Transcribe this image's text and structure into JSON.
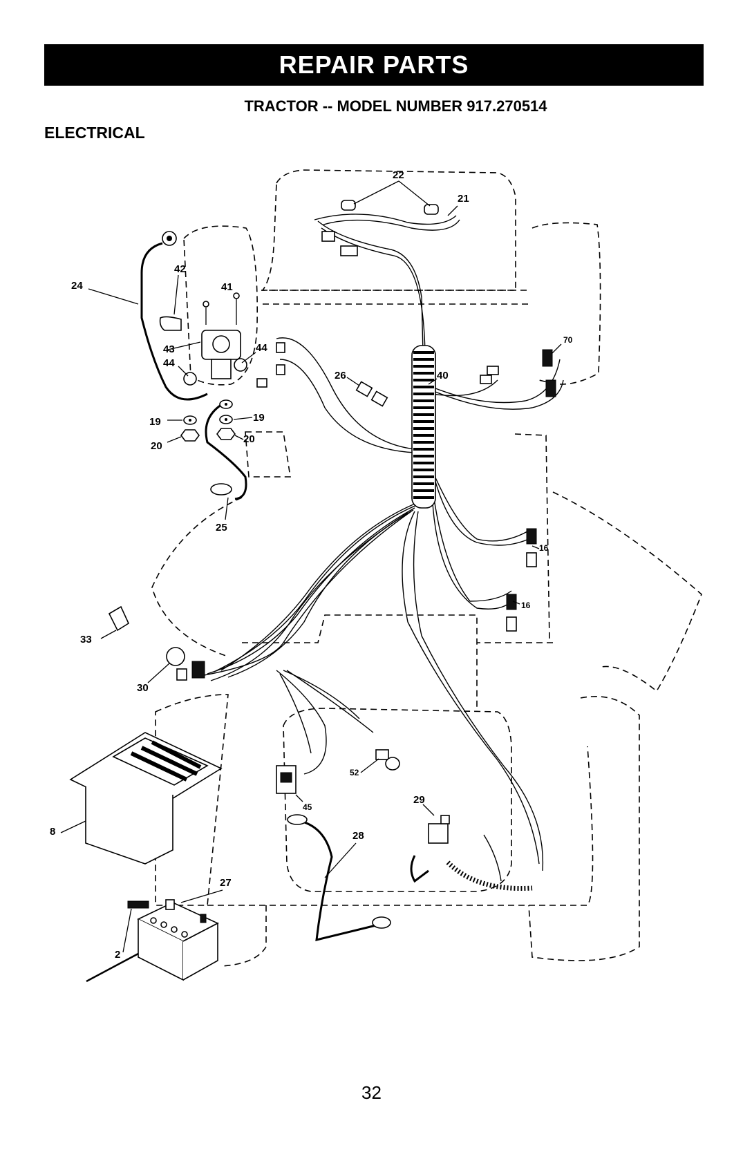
{
  "header": {
    "title": "REPAIR PARTS"
  },
  "subtitle": "TRACTOR -- MODEL NUMBER 917.270514",
  "section": "ELECTRICAL",
  "callouts": [
    "22",
    "21",
    "24",
    "42",
    "41",
    "43",
    "44",
    "44",
    "19",
    "19",
    "20",
    "20",
    "26",
    "40",
    "70",
    "25",
    "16",
    "16",
    "33",
    "30",
    "8",
    "52",
    "45",
    "29",
    "28",
    "27",
    "2"
  ],
  "page_number": "32"
}
